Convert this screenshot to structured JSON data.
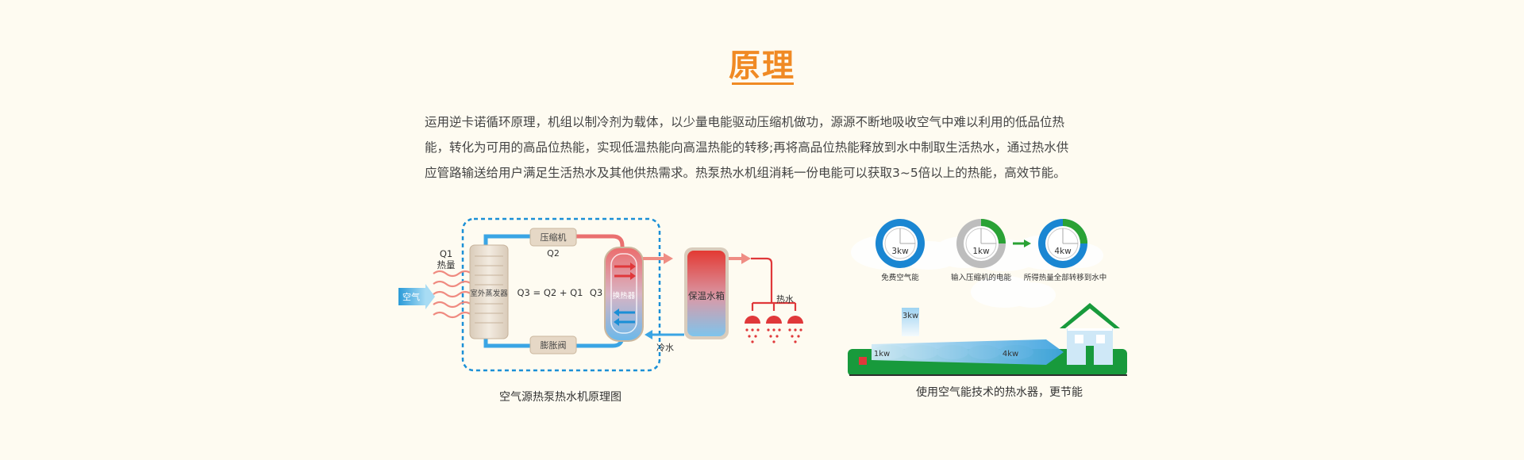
{
  "header": {
    "title": "原理"
  },
  "intro": {
    "lines": [
      "运用逆卡诺循环原理，机组以制冷剂为载体，以少量电能驱动压缩机做功，源源不断地吸收空气中难以利用的低品位热",
      "能，转化为可用的高品位热能，实现低温热能向高温热能的转移;再将高品位热能释放到水中制取生活热水，通过热水供",
      "应管路输送给用户满足生活热水及其他供热需求。热泵热水机组消耗一份电能可以获取3~5倍以上的热能，高效节能。"
    ]
  },
  "left_diagram": {
    "caption": "空气源热泵热水机原理图",
    "labels": {
      "air": "空气",
      "q1": "Q1",
      "heat": "热量",
      "evaporator": "室外蒸发器",
      "compressor": "压缩机",
      "q2": "Q2",
      "expansion_valve": "膨胀阀",
      "formula": "Q3 = Q2 + Q1",
      "q3": "Q3",
      "heat_exchanger": "换热器",
      "tank": "保温水箱",
      "hot_water": "热水",
      "cold_water": "冷水"
    }
  },
  "right_diagram": {
    "caption": "使用空气能技术的热水器，更节能",
    "gauges": [
      {
        "value": "3kw",
        "label": "免费空气能",
        "green_fraction": 0
      },
      {
        "value": "1kw",
        "label": "输入压缩机的电能",
        "green_fraction": 0.25
      },
      {
        "value": "4kw",
        "label": "所得热量全部转移到水中",
        "green_fraction": 0.25
      }
    ],
    "flow": {
      "air_input": "3kw",
      "electric_input": "1kw",
      "output": "4kw"
    }
  },
  "colors": {
    "accent": "#f08a24",
    "blue": "#1a8fd6",
    "green": "#2aa235",
    "red": "#e0383a"
  }
}
